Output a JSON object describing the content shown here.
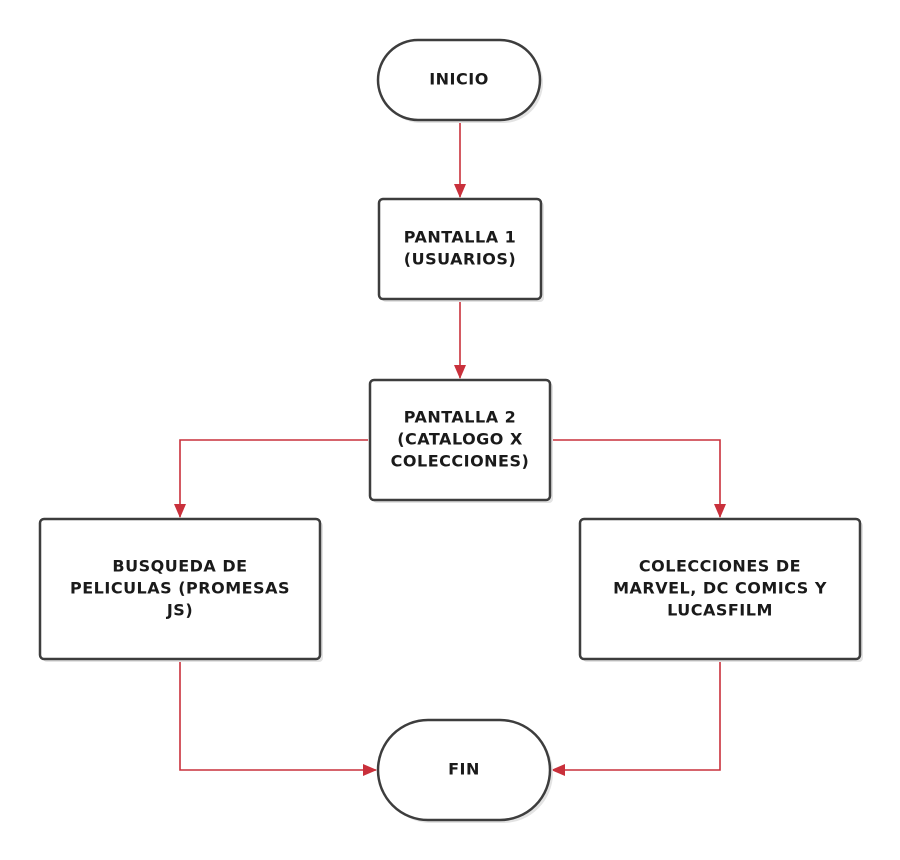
{
  "colors": {
    "node_border": "#3d3d3d",
    "connector": "#c9303b",
    "text": "#1a1a1a",
    "background": "#ffffff"
  },
  "nodes": {
    "inicio": {
      "shape": "terminator",
      "lines": [
        "INICIO"
      ]
    },
    "pantalla1": {
      "shape": "process",
      "lines": [
        "PANTALLA 1",
        "(USUARIOS)"
      ]
    },
    "pantalla2": {
      "shape": "process",
      "lines": [
        "PANTALLA 2",
        "(CATALOGO X",
        "COLECCIONES)"
      ]
    },
    "busqueda": {
      "shape": "process",
      "lines": [
        "BUSQUEDA DE",
        "PELICULAS (PROMESAS",
        "JS)"
      ]
    },
    "colecciones": {
      "shape": "process",
      "lines": [
        "COLECCIONES DE",
        "MARVEL, DC COMICS Y",
        "LUCASFILM"
      ]
    },
    "fin": {
      "shape": "terminator",
      "lines": [
        "FIN"
      ]
    }
  },
  "edges": [
    {
      "from": "inicio",
      "to": "pantalla1"
    },
    {
      "from": "pantalla1",
      "to": "pantalla2"
    },
    {
      "from": "pantalla2",
      "to": "busqueda"
    },
    {
      "from": "pantalla2",
      "to": "colecciones"
    },
    {
      "from": "busqueda",
      "to": "fin"
    },
    {
      "from": "colecciones",
      "to": "fin"
    }
  ]
}
